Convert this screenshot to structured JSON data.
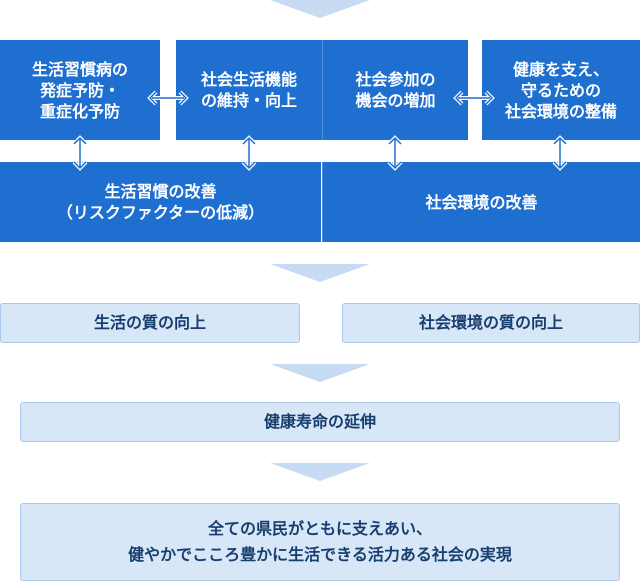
{
  "colors": {
    "dark_box": "#1f6fd1",
    "light_box": "#d7e7f8",
    "light_border": "#a9c8ea",
    "arrow": "#c7dcf2",
    "dark_text": "#ffffff",
    "light_text": "#173e6e"
  },
  "top_boxes": [
    "生活習慣病の\n発症予防・\n重症化予防",
    "社会生活機能\nの維持・向上",
    "社会参加の\n機会の増加",
    "健康を支え、\n守るための\n社会環境の整備"
  ],
  "improvement_boxes": [
    "生活習慣の改善\n（リスクファクターの低減）",
    "社会環境の改善"
  ],
  "quality_boxes": [
    "生活の質の向上",
    "社会環境の質の向上"
  ],
  "life_extension": "健康寿命の延伸",
  "vision": "全ての県民がともに支えあい、\n健やかでこころ豊かに生活できる活力ある社会の実現"
}
